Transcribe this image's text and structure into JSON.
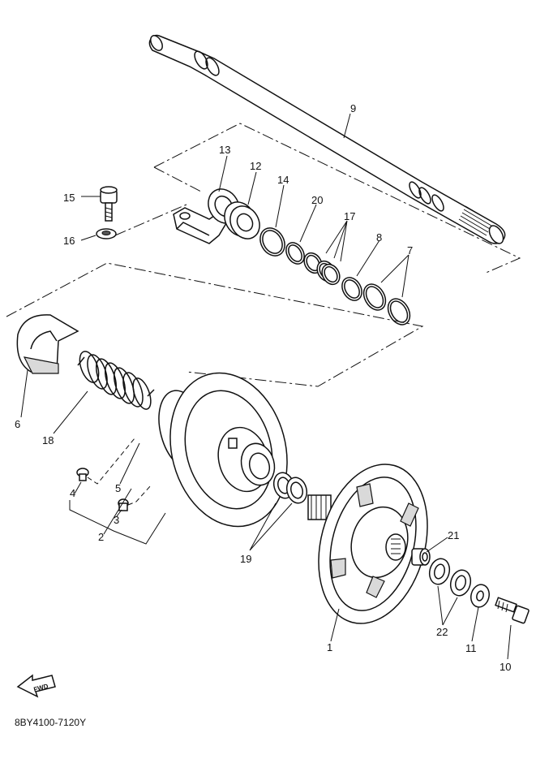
{
  "diagram": {
    "drawing_code": "8BY4100-7120Y",
    "fwd_label": "FWD",
    "callouts": [
      {
        "id": "c1",
        "label": "1"
      },
      {
        "id": "c2",
        "label": "2"
      },
      {
        "id": "c3",
        "label": "3"
      },
      {
        "id": "c4",
        "label": "4"
      },
      {
        "id": "c5",
        "label": "5"
      },
      {
        "id": "c6",
        "label": "6"
      },
      {
        "id": "c7",
        "label": "7"
      },
      {
        "id": "c8",
        "label": "8"
      },
      {
        "id": "c9",
        "label": "9"
      },
      {
        "id": "c10",
        "label": "10"
      },
      {
        "id": "c11",
        "label": "11"
      },
      {
        "id": "c12",
        "label": "12"
      },
      {
        "id": "c13",
        "label": "13"
      },
      {
        "id": "c14",
        "label": "14"
      },
      {
        "id": "c15",
        "label": "15"
      },
      {
        "id": "c16",
        "label": "16"
      },
      {
        "id": "c17",
        "label": "17"
      },
      {
        "id": "c18",
        "label": "18"
      },
      {
        "id": "c19",
        "label": "19"
      },
      {
        "id": "c20",
        "label": "20"
      },
      {
        "id": "c21",
        "label": "21"
      },
      {
        "id": "c22",
        "label": "22"
      }
    ]
  }
}
